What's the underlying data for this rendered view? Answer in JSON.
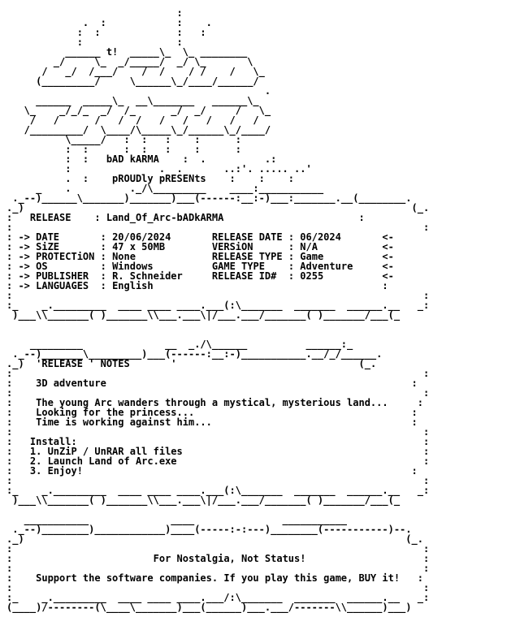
{
  "group": "bAD kARMA",
  "presents": "pROUDly pRESENts",
  "release": {
    "heading": "RELEASE",
    "name": "Land_Of_Arc-bADkARMA",
    "left_labels": [
      "DATE",
      "SiZE",
      "PROTECTiON",
      "OS",
      "PUBLISHER",
      "LANGUAGES"
    ],
    "left_values": [
      "20/06/2024",
      "47 x 50MB",
      "None",
      "Windows",
      "R. Schneider",
      "English"
    ],
    "right_labels": [
      "RELEASE DATE",
      "VERSiON",
      "RELEASE TYPE",
      "GAME TYPE",
      "RELEASE ID#"
    ],
    "right_values": [
      "06/2024",
      "N/A",
      "Game",
      "Adventure",
      "0255"
    ]
  },
  "notes": {
    "heading": "'RELEASE ' NOTES",
    "genre": "3D adventure",
    "description": [
      "The young Arc wanders through a mystical, mysterious land...",
      "Looking for the princess...",
      "Time is working against him..."
    ],
    "install_heading": "Install:",
    "install_steps": [
      "1. UnZiP / UnRAR all files",
      "2. Launch Land of Arc.exe",
      "3. Enjoy!"
    ]
  },
  "footer": {
    "motto": "For Nostalgia, Not Status!",
    "support": "Support the software companies. If you play this game, BUY it!"
  }
}
